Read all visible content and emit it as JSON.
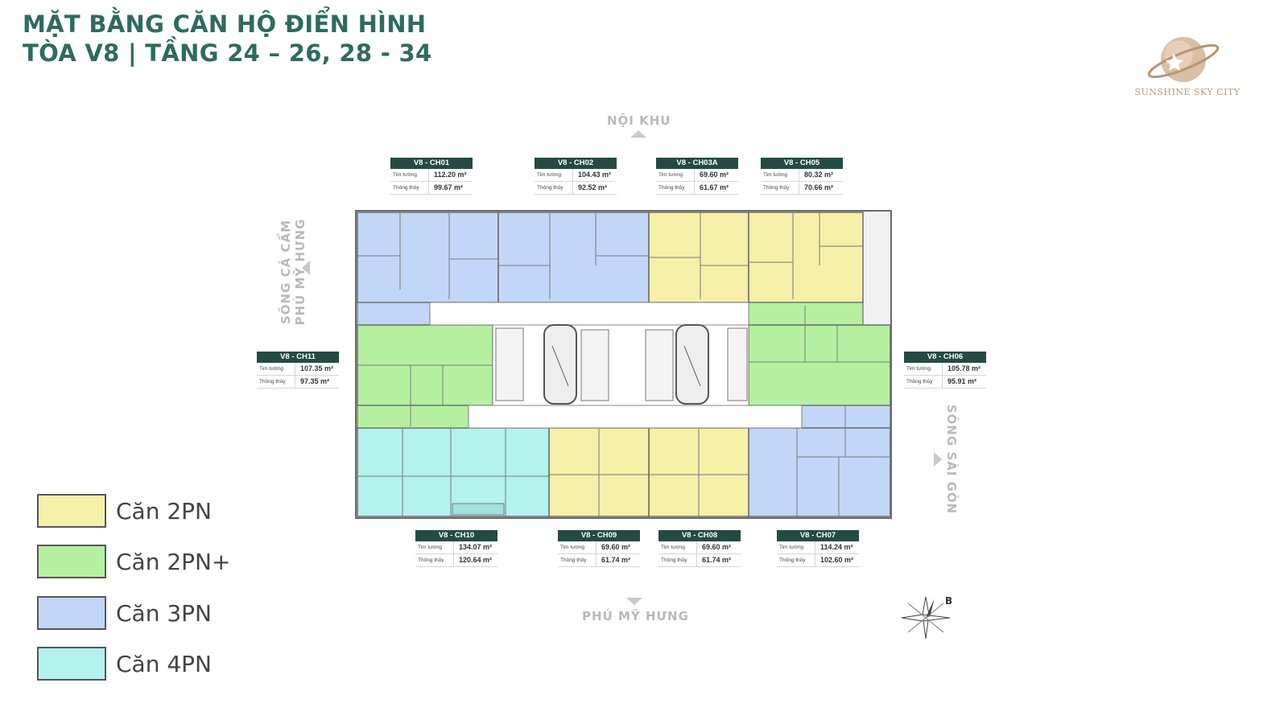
{
  "title": {
    "line1": "MẶT BẰNG CĂN HỘ ĐIỂN HÌNH",
    "line2": "TÒA V8 | TẦNG 24 – 26, 28 - 34"
  },
  "logo": {
    "text": "SUNSHINE SKY CITY",
    "icon": "planet-ring-logo"
  },
  "directions": {
    "top": "NỘI KHU",
    "bottom": "PHÚ MỸ HƯNG",
    "left_line1": "SÔNG CÁ CẨM",
    "left_line2": "PHÚ MỸ HƯNG",
    "right": "SÔNG SÀI GÒN"
  },
  "compass": {
    "label": "B",
    "icon": "compass-rose-icon"
  },
  "row_labels": {
    "tim_tuong": "Tim tường",
    "thong_thuy": "Thông thủy"
  },
  "units": [
    {
      "id": "ch01",
      "name": "V8 - CH01",
      "tim_tuong": "112.20 m²",
      "thong_thuy": "99.67 m²",
      "type": "3PN"
    },
    {
      "id": "ch02",
      "name": "V8 - CH02",
      "tim_tuong": "104.43 m²",
      "thong_thuy": "92.52 m²",
      "type": "3PN"
    },
    {
      "id": "ch03a",
      "name": "V8 - CH03A",
      "tim_tuong": "69.60 m²",
      "thong_thuy": "61.67 m²",
      "type": "2PN"
    },
    {
      "id": "ch05",
      "name": "V8 - CH05",
      "tim_tuong": "80.32 m²",
      "thong_thuy": "70.66 m²",
      "type": "2PN"
    },
    {
      "id": "ch06",
      "name": "V8 - CH06",
      "tim_tuong": "105.78 m²",
      "thong_thuy": "95.91 m²",
      "type": "2PN+"
    },
    {
      "id": "ch07",
      "name": "V8 - CH07",
      "tim_tuong": "114.24 m²",
      "thong_thuy": "102.60 m²",
      "type": "3PN"
    },
    {
      "id": "ch08",
      "name": "V8 - CH08",
      "tim_tuong": "69.60 m²",
      "thong_thuy": "61.74 m²",
      "type": "2PN"
    },
    {
      "id": "ch09",
      "name": "V8 - CH09",
      "tim_tuong": "69.60 m²",
      "thong_thuy": "61.74 m²",
      "type": "2PN"
    },
    {
      "id": "ch10",
      "name": "V8 - CH10",
      "tim_tuong": "134.07 m²",
      "thong_thuy": "120.64 m²",
      "type": "4PN"
    },
    {
      "id": "ch11",
      "name": "V8 - CH11",
      "tim_tuong": "107.35 m²",
      "thong_thuy": "97.35 m²",
      "type": "2PN+"
    }
  ],
  "legend": [
    {
      "label": "Căn 2PN",
      "color": "#f7f0a8"
    },
    {
      "label": "Căn 2PN+",
      "color": "#b5f0a0"
    },
    {
      "label": "Căn 3PN",
      "color": "#c2d6f7"
    },
    {
      "label": "Căn 4PN",
      "color": "#b4f2ee"
    }
  ],
  "colors": {
    "title": "#2e6b5e",
    "label_header": "#234b44",
    "unit_2pn": "#f7f0a8",
    "unit_2pn_plus": "#b5f0a0",
    "unit_3pn": "#c2d6f7",
    "unit_4pn": "#b4f2ee",
    "core": "#ffffff",
    "wall": "#6a6a6a"
  }
}
